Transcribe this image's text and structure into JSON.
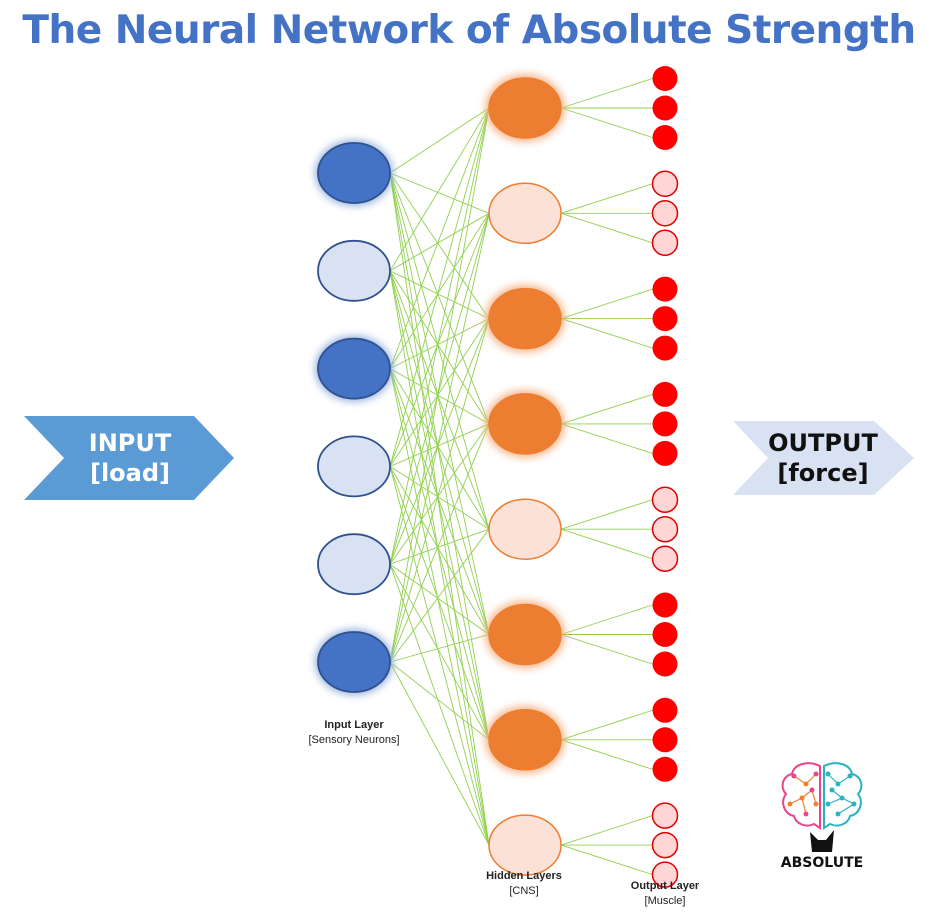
{
  "title": "The Neural Network of Absolute Strength",
  "input_arrow": {
    "line1": "INPUT",
    "line2": "[load]"
  },
  "output_arrow": {
    "line1": "OUTPUT",
    "line2": "[force]"
  },
  "layers": {
    "input": {
      "title": "Input Layer",
      "subtitle": "[Sensory Neurons]",
      "nodes": [
        "active",
        "inactive",
        "active",
        "inactive",
        "inactive",
        "active"
      ]
    },
    "hidden": {
      "title": "Hidden Layers",
      "subtitle": "[CNS]",
      "nodes": [
        "active",
        "inactive",
        "active",
        "active",
        "inactive",
        "active",
        "active",
        "inactive"
      ]
    },
    "output": {
      "title": "Output Layer",
      "subtitle": "[Muscle]",
      "outputs_per_hidden": 3
    }
  },
  "logo": {
    "text": "ABSOLUTE",
    "icon": "brain-icon"
  },
  "colors": {
    "title": "#4472c4",
    "input_active_fill": "#4472c4",
    "input_inactive_fill": "#d9e2f3",
    "input_stroke": "#2f528f",
    "hidden_active_fill": "#ed7d31",
    "hidden_inactive_fill": "#fce2d6",
    "hidden_stroke": "#ed7d31",
    "output_active_fill": "#ff0000",
    "output_inactive_fill": "#ffd5d5",
    "output_stroke": "#e00000",
    "connection": "#92d050",
    "input_arrow": "#5b9bd5",
    "output_arrow": "#d9e2f3"
  }
}
